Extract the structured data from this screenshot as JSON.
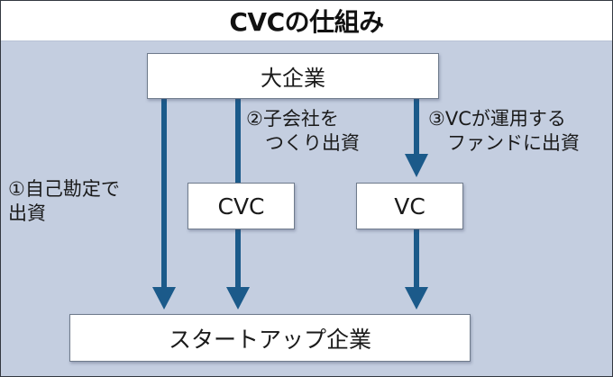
{
  "title": "CVCの仕組み",
  "colors": {
    "background": "#c4cee0",
    "arrow": "#1b5a8a",
    "box_fill": "#ffffff",
    "title_bar": "#ffffff"
  },
  "nodes": {
    "corporation": "大企業",
    "cvc": "CVC",
    "vc": "VC",
    "startup": "スタートアップ企業"
  },
  "routes": [
    {
      "id": "route-1",
      "label": "①自己勘定で\n出資",
      "path": [
        "大企業",
        "スタートアップ企業"
      ]
    },
    {
      "id": "route-2",
      "label": "②子会社を\n　つくり出資",
      "path": [
        "大企業",
        "CVC",
        "スタートアップ企業"
      ]
    },
    {
      "id": "route-3",
      "label": "③VCが運用する\n　ファンドに出資",
      "path": [
        "大企業",
        "VC",
        "スタートアップ企業"
      ]
    }
  ]
}
